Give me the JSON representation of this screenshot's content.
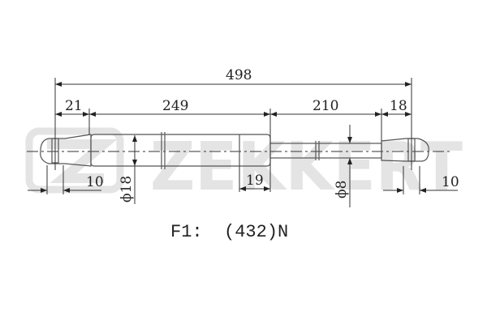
{
  "watermark": {
    "brand": "ZEKKERT"
  },
  "dimensions": {
    "overall_length": "498",
    "left_eye": "21",
    "cylinder": "249",
    "rod": "210",
    "right_eye": "18",
    "left_eye_width": "10",
    "cylinder_diameter": "ϕ18",
    "cylinder_end": "19",
    "rod_diameter": "ϕ8",
    "right_eye_width": "10"
  },
  "force_label": "F1:  (432)N"
}
